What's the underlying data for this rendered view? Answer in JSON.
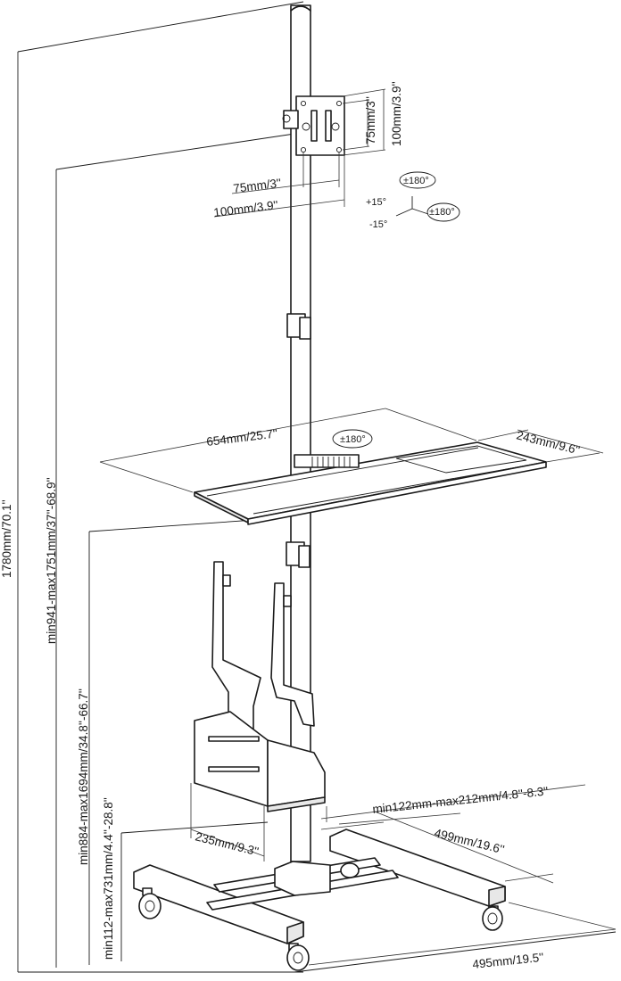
{
  "dimensions": {
    "total_height": "1780mm/70.1''",
    "tray_height_range": "min941-max1751mm/37''-68.9''",
    "cpu_holder_height_range": "min884-max1694mm/34.8''-66.7''",
    "cpu_bottom_range": "min112-max731mm/4.4''-28.8''",
    "vesa_vertical_small": "75mm/3''",
    "vesa_vertical_large": "100mm/3.9''",
    "vesa_horizontal_small": "75mm/3''",
    "vesa_horizontal_large": "100mm/3.9''",
    "tray_width": "654mm/25.7''",
    "tray_depth": "243mm/9.6''",
    "cpu_width_range": "min122mm-max212mm/4.8''-8.3''",
    "cpu_depth": "235mm/9.3''",
    "base_depth": "499mm/19.6''",
    "base_width": "495mm/19.5''"
  },
  "rotation": {
    "swivel": "±180°",
    "rotate": "±180°",
    "tilt_up": "+15°",
    "tilt_down": "-15°",
    "tray_swivel": "±180°"
  }
}
